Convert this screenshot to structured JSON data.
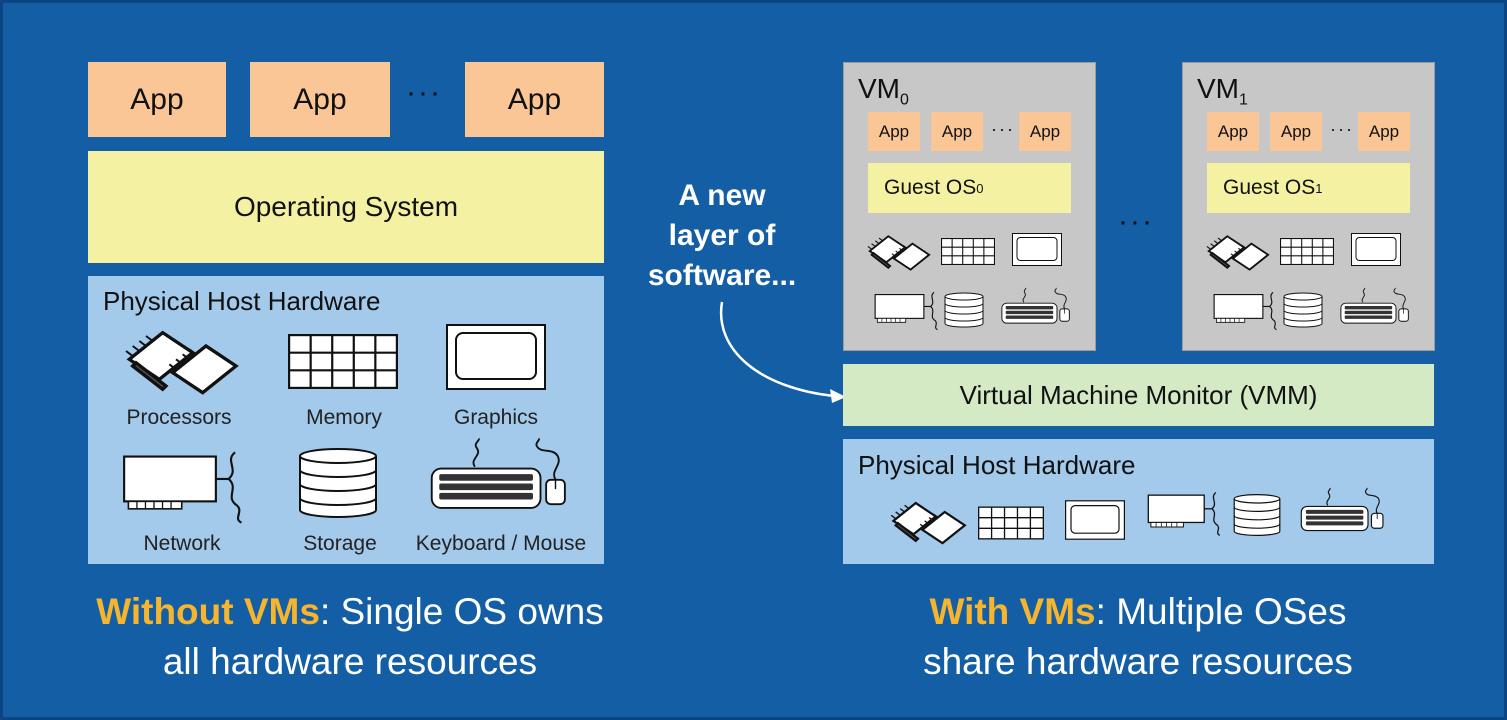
{
  "left": {
    "apps": [
      "App",
      "App",
      "App"
    ],
    "ellipsis": "···",
    "os_label": "Operating System",
    "hardware_title": "Physical Host Hardware",
    "components": [
      {
        "icon": "processors-icon",
        "label": "Processors"
      },
      {
        "icon": "memory-icon",
        "label": "Memory"
      },
      {
        "icon": "graphics-icon",
        "label": "Graphics"
      },
      {
        "icon": "network-icon",
        "label": "Network"
      },
      {
        "icon": "storage-icon",
        "label": "Storage"
      },
      {
        "icon": "keyboard-mouse-icon",
        "label": "Keyboard / Mouse"
      }
    ],
    "caption": {
      "highlight": "Without VMs",
      "line1_rest": ": Single OS owns",
      "line2": "all hardware resources"
    }
  },
  "annotation": {
    "line1": "A new",
    "line2": "layer of",
    "line3": "software..."
  },
  "right": {
    "vms": [
      {
        "name": "VM",
        "subscript": "0",
        "apps": [
          "App",
          "App",
          "App"
        ],
        "ellipsis": "···",
        "guest_os": "Guest OS",
        "guest_os_sub": "0"
      },
      {
        "name": "VM",
        "subscript": "1",
        "apps": [
          "App",
          "App",
          "App"
        ],
        "ellipsis": "···",
        "guest_os": "Guest OS",
        "guest_os_sub": "1"
      }
    ],
    "between_ellipsis": "···",
    "vmm_label": "Virtual Machine Monitor (VMM)",
    "hardware_title": "Physical Host Hardware",
    "caption": {
      "highlight": "With VMs",
      "line1_rest": ": Multiple OSes",
      "line2": "share hardware resources"
    }
  },
  "colors": {
    "background": "#135ea5",
    "app": "#fac696",
    "os": "#f4f2a2",
    "hardware": "#a3c9eb",
    "vm": "#c7c7c7",
    "vmm": "#d3eac5",
    "caption_highlight": "#f6b52c"
  }
}
